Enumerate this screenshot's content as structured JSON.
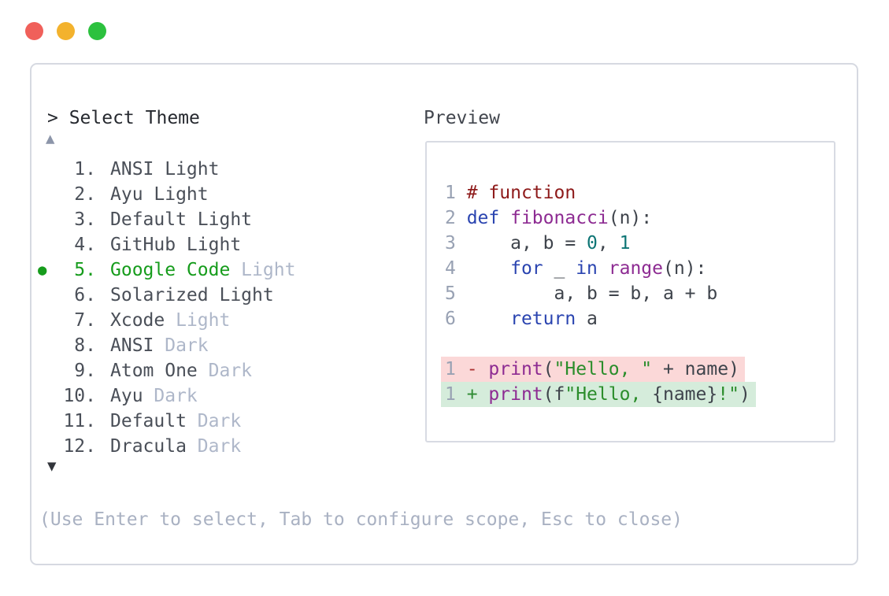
{
  "colors": {
    "dot_red": "#f0605a",
    "dot_yellow": "#f3b22d",
    "dot_green": "#2cc13e",
    "panel_border": "#d6d9e1",
    "title_text": "#26292f",
    "item_text": "#4a4f58",
    "item_muted": "#aeb7c9",
    "selected_green": "#169c1c",
    "scroll_up": "#8c95a9",
    "scroll_down": "#32353b",
    "help_text": "#a9b1c2",
    "preview_label": "#42464e",
    "preview_border": "#d8dbe3",
    "line_number": "#98a1b3",
    "code_plain": "#3e434b",
    "code_comment": "#8e1a1a",
    "code_keyword": "#2a44b0",
    "code_func": "#8d2b92",
    "code_number": "#0e7575",
    "code_string": "#2b8d2b",
    "diff_del_sign": "#ac3333",
    "diff_ins_sign": "#2e8b33",
    "diff_del_bg": "#fbd8d8",
    "diff_ins_bg": "#d5ecdb"
  },
  "window": {
    "traffic_lights": [
      "close",
      "minimize",
      "maximize"
    ]
  },
  "selector": {
    "title": "> Select Theme",
    "scroll_up_icon": "▲",
    "scroll_down_icon": "▼",
    "selected_bullet_icon": "●",
    "items": [
      {
        "number": "1.",
        "label": "ANSI Light",
        "muted": "",
        "selected": false
      },
      {
        "number": "2.",
        "label": "Ayu Light",
        "muted": "",
        "selected": false
      },
      {
        "number": "3.",
        "label": "Default Light",
        "muted": "",
        "selected": false
      },
      {
        "number": "4.",
        "label": "GitHub Light",
        "muted": "",
        "selected": false
      },
      {
        "number": "5.",
        "label": "Google Code",
        "muted": "Light",
        "selected": true
      },
      {
        "number": "6.",
        "label": "Solarized Light",
        "muted": "",
        "selected": false
      },
      {
        "number": "7.",
        "label": "Xcode",
        "muted": "Light",
        "selected": false
      },
      {
        "number": "8.",
        "label": "ANSI",
        "muted": "Dark",
        "selected": false
      },
      {
        "number": "9.",
        "label": "Atom One",
        "muted": "Dark",
        "selected": false
      },
      {
        "number": "10.",
        "label": "Ayu",
        "muted": "Dark",
        "selected": false
      },
      {
        "number": "11.",
        "label": "Default",
        "muted": "Dark",
        "selected": false
      },
      {
        "number": "12.",
        "label": "Dracula",
        "muted": "Dark",
        "selected": false
      }
    ],
    "help": "(Use Enter to select, Tab to configure scope, Esc to close)"
  },
  "preview": {
    "label": "Preview",
    "lines": [
      {
        "ln": "1",
        "kind": "code",
        "tokens": [
          {
            "t": "# function",
            "c": "comment"
          }
        ]
      },
      {
        "ln": "2",
        "kind": "code",
        "tokens": [
          {
            "t": "def",
            "c": "keyword"
          },
          {
            "t": " ",
            "c": "plain"
          },
          {
            "t": "fibonacci",
            "c": "func"
          },
          {
            "t": "(n):",
            "c": "plain"
          }
        ]
      },
      {
        "ln": "3",
        "kind": "code",
        "tokens": [
          {
            "t": "    a, b = ",
            "c": "plain"
          },
          {
            "t": "0",
            "c": "number"
          },
          {
            "t": ", ",
            "c": "plain"
          },
          {
            "t": "1",
            "c": "number"
          }
        ]
      },
      {
        "ln": "4",
        "kind": "code",
        "tokens": [
          {
            "t": "    ",
            "c": "plain"
          },
          {
            "t": "for",
            "c": "keyword"
          },
          {
            "t": " _ ",
            "c": "plain"
          },
          {
            "t": "in",
            "c": "keyword"
          },
          {
            "t": " ",
            "c": "plain"
          },
          {
            "t": "range",
            "c": "func"
          },
          {
            "t": "(n):",
            "c": "plain"
          }
        ]
      },
      {
        "ln": "5",
        "kind": "code",
        "tokens": [
          {
            "t": "        a, b = b, a + b",
            "c": "plain"
          }
        ]
      },
      {
        "ln": "6",
        "kind": "code",
        "tokens": [
          {
            "t": "    ",
            "c": "plain"
          },
          {
            "t": "return",
            "c": "keyword"
          },
          {
            "t": " a",
            "c": "plain"
          }
        ]
      },
      {
        "ln": "",
        "kind": "blank",
        "tokens": []
      },
      {
        "ln": "1",
        "kind": "removed",
        "tokens": [
          {
            "t": "- ",
            "c": "del"
          },
          {
            "t": "print",
            "c": "func"
          },
          {
            "t": "(",
            "c": "plain"
          },
          {
            "t": "\"Hello, \"",
            "c": "string"
          },
          {
            "t": " + name)",
            "c": "plain"
          }
        ]
      },
      {
        "ln": "1",
        "kind": "added",
        "tokens": [
          {
            "t": "+ ",
            "c": "ins"
          },
          {
            "t": "print",
            "c": "func"
          },
          {
            "t": "(f",
            "c": "plain"
          },
          {
            "t": "\"Hello, ",
            "c": "string"
          },
          {
            "t": "{name}",
            "c": "plain"
          },
          {
            "t": "!\"",
            "c": "string"
          },
          {
            "t": ")",
            "c": "plain"
          }
        ]
      }
    ]
  }
}
